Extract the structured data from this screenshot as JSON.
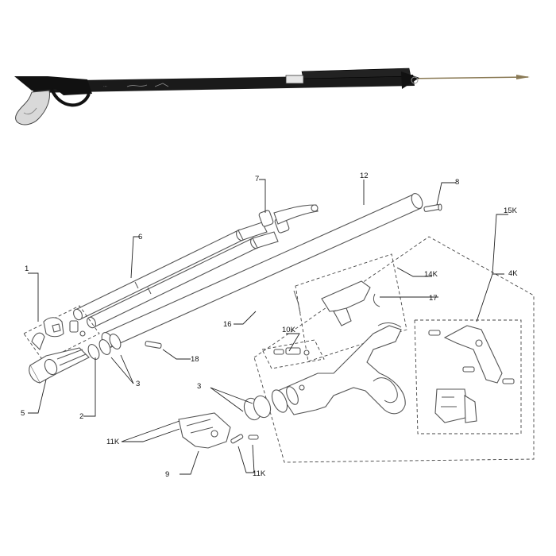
{
  "diagram": {
    "callouts": {
      "c1": "1",
      "c2": "2",
      "c3a": "3",
      "c3b": "3",
      "c4k": "4K",
      "c5": "5",
      "c6": "6",
      "c7": "7",
      "c8": "8",
      "c9": "9",
      "c10k": "10K",
      "c11ka": "11K",
      "c11kb": "11K",
      "c12": "12",
      "c14k": "14K",
      "c15k": "15K",
      "c16": "16",
      "c17": "17",
      "c18": "18"
    },
    "colors": {
      "gun_body": "#1a1a1a",
      "grip": "#d9d9d9",
      "line": "#555555"
    }
  }
}
